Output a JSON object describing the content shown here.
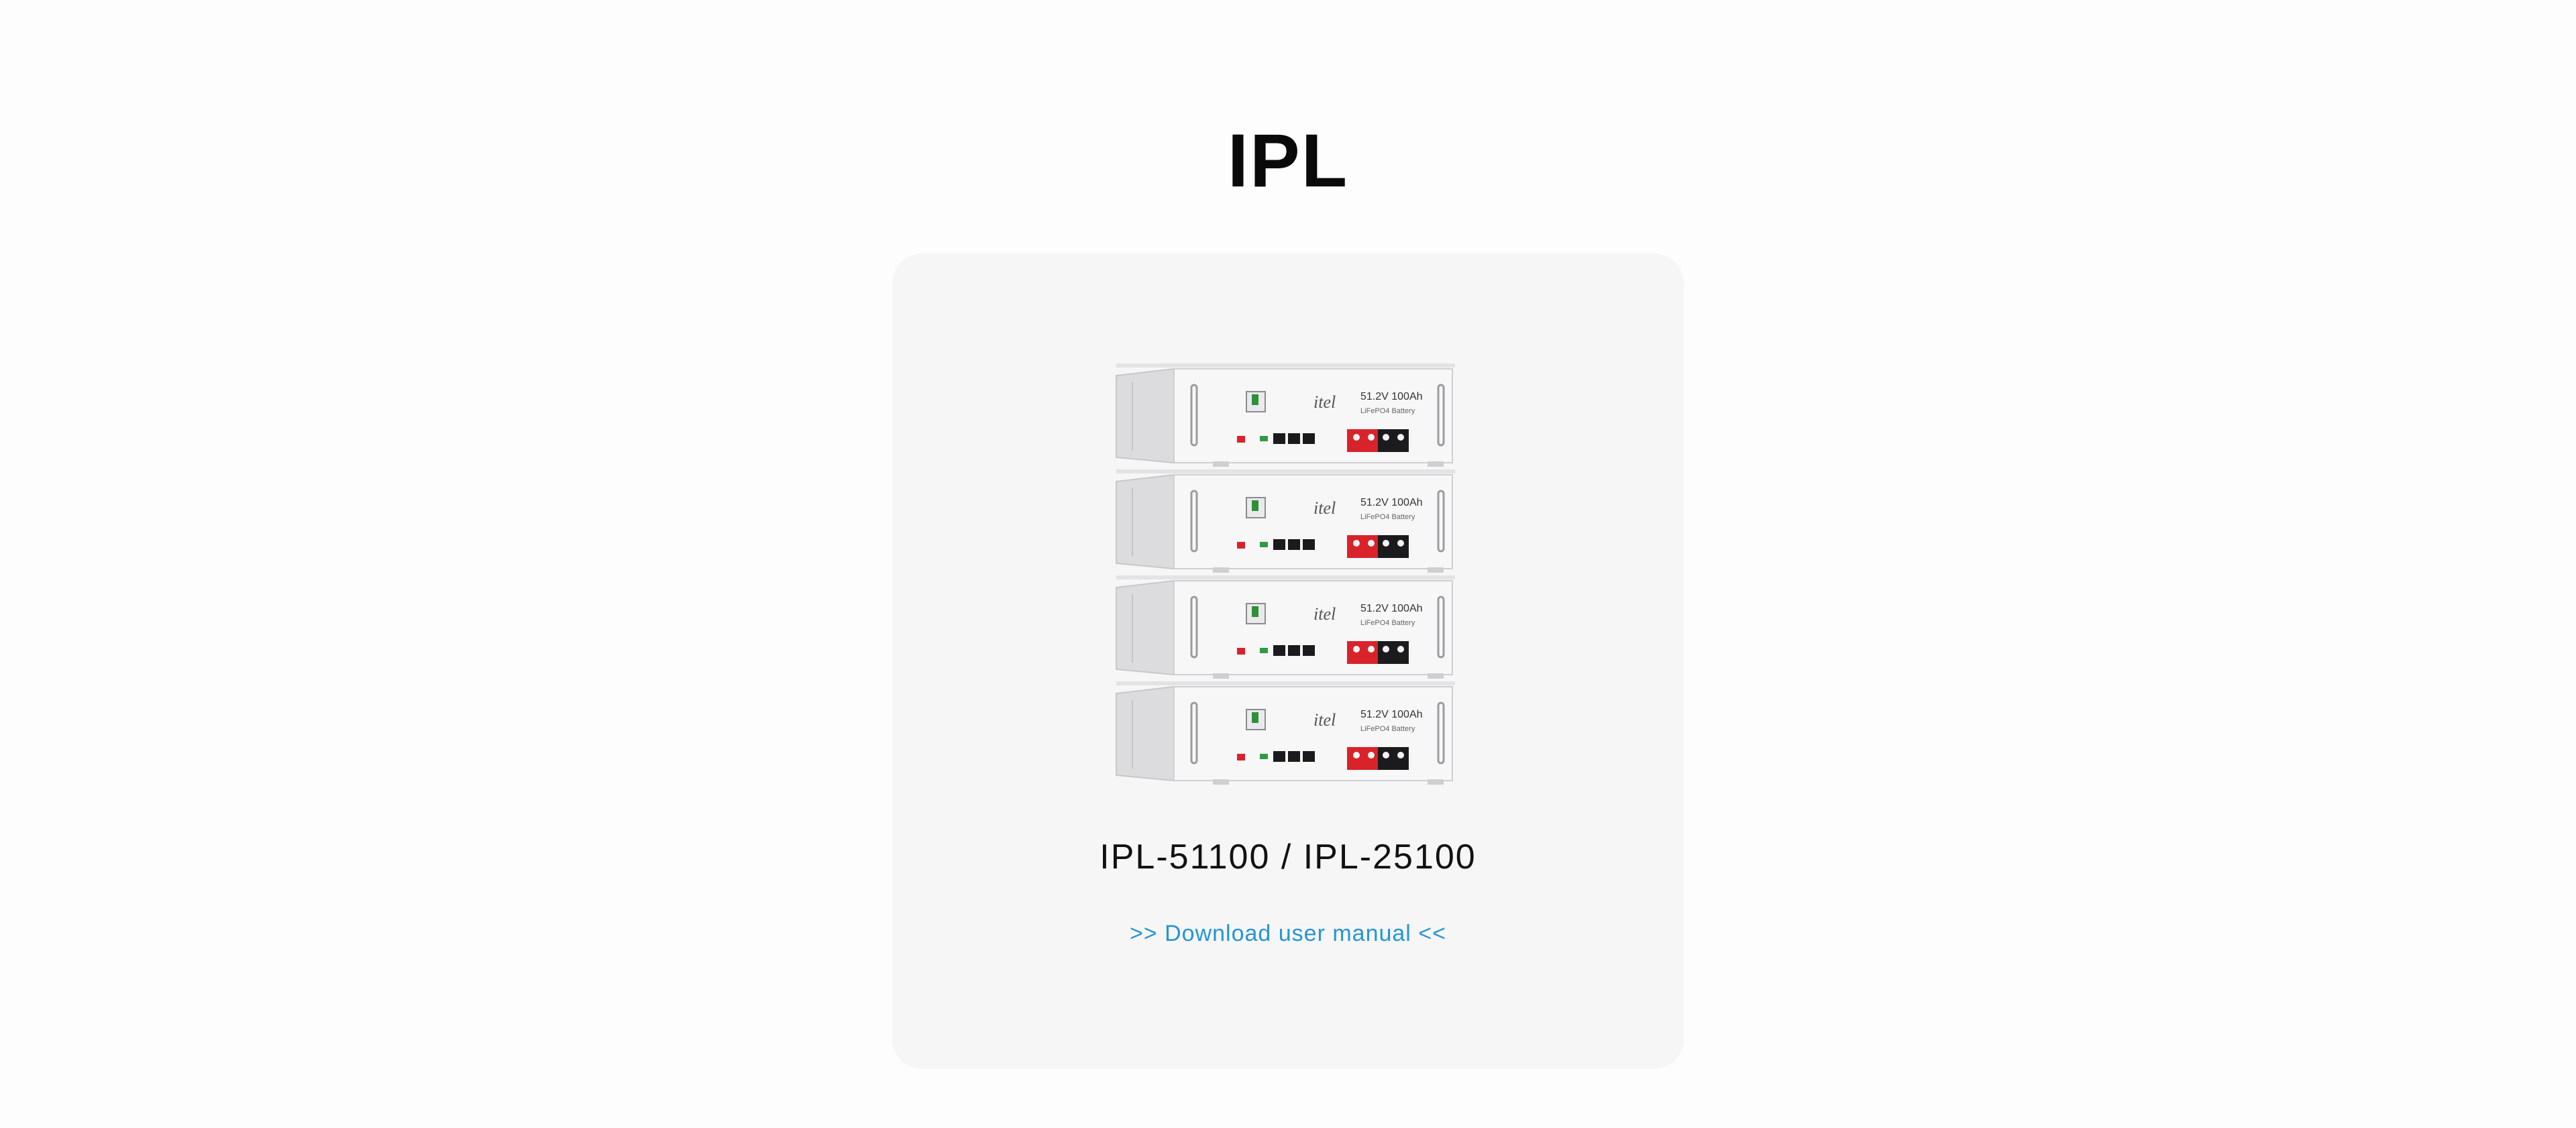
{
  "page": {
    "title": "IPL"
  },
  "product": {
    "name": "IPL-51100 / IPL-25100",
    "download_label": ">> Download user manual <<",
    "image_icon": "battery-rack-image",
    "module_label_voltage": "51.2V",
    "module_label_capacity": "100Ah",
    "module_label_chemistry": "LiFePO4",
    "module_label_battery": "Battery",
    "module_logo": "itel"
  },
  "colors": {
    "background": "#fdfdfd",
    "card": "#f6f6f7",
    "link": "#2596d1",
    "terminal_red": "#d8232a"
  }
}
